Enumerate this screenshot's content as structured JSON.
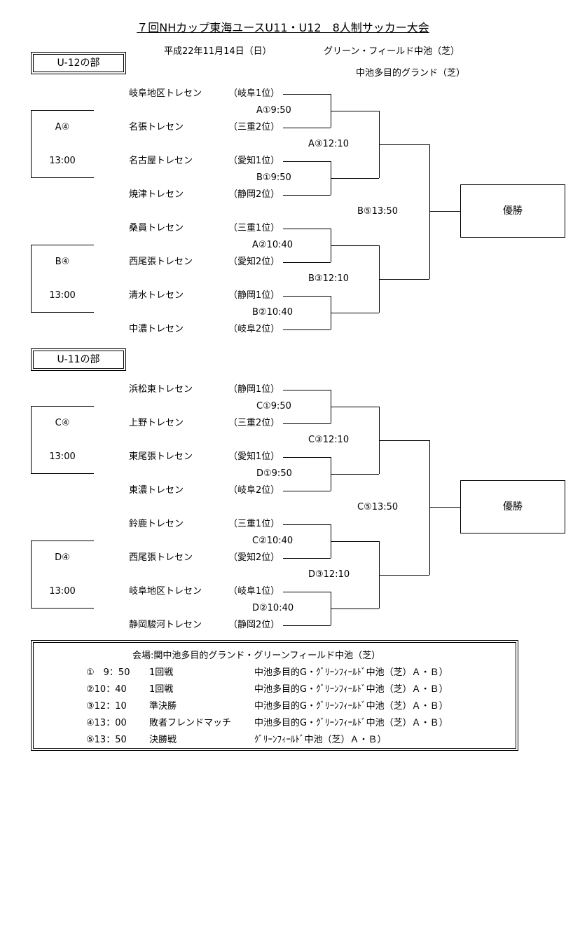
{
  "header": {
    "title": "７回NHカップ東海ユースU11・U12　8人制サッカー大会",
    "date": "平成22年11月14日（日）",
    "venue1": "グリーン・フィールド中池（芝）",
    "venue2": "中池多目的グランド（芝）"
  },
  "sections": [
    {
      "label": "U-12の部",
      "teams": [
        {
          "name": "岐阜地区トレセン",
          "seed": "（岐阜1位）"
        },
        {
          "name": "名張トレセン",
          "seed": "（三重2位）"
        },
        {
          "name": "名古屋トレセン",
          "seed": "（愛知1位）"
        },
        {
          "name": "焼津トレセン",
          "seed": "（静岡2位）"
        },
        {
          "name": "桑員トレセン",
          "seed": "（三重1位）"
        },
        {
          "name": "西尾張トレセン",
          "seed": "（愛知2位）"
        },
        {
          "name": "清水トレセン",
          "seed": "（静岡1位）"
        },
        {
          "name": "中濃トレセン",
          "seed": "（岐阜2位）"
        }
      ],
      "round1": [
        "A①9:50",
        "B①9:50",
        "A②10:40",
        "B②10:40"
      ],
      "semis": [
        "A③12:10",
        "B③12:10"
      ],
      "final": "B⑤13:50",
      "friendly": [
        {
          "code": "A④",
          "time": "13:00"
        },
        {
          "code": "B④",
          "time": "13:00"
        }
      ],
      "champion": "優勝"
    },
    {
      "label": "U-11の部",
      "teams": [
        {
          "name": "浜松東トレセン",
          "seed": "（静岡1位）"
        },
        {
          "name": "上野トレセン",
          "seed": "（三重2位）"
        },
        {
          "name": "東尾張トレセン",
          "seed": "（愛知1位）"
        },
        {
          "name": "東濃トレセン",
          "seed": "（岐阜2位）"
        },
        {
          "name": "鈴鹿トレセン",
          "seed": "（三重1位）"
        },
        {
          "name": "西尾張トレセン",
          "seed": "（愛知2位）"
        },
        {
          "name": "岐阜地区トレセン",
          "seed": "（岐阜1位）"
        },
        {
          "name": "静岡駿河トレセン",
          "seed": "（静岡2位）"
        }
      ],
      "round1": [
        "C①9:50",
        "D①9:50",
        "C②10:40",
        "D②10:40"
      ],
      "semis": [
        "C③12:10",
        "D③12:10"
      ],
      "final": "C⑤13:50",
      "friendly": [
        {
          "code": "C④",
          "time": "13:00"
        },
        {
          "code": "D④",
          "time": "13:00"
        }
      ],
      "champion": "優勝"
    }
  ],
  "legend": {
    "title": "会場:関中池多目的グランド・グリーンフィールド中池（芝）",
    "rows": [
      {
        "time": "①　9：50",
        "match": "1回戦",
        "venue": "中池多目的G・ｸﾞﾘｰﾝﾌｨｰﾙﾄﾞ中池（芝）Ａ・Ｂ）"
      },
      {
        "time": "②10：40",
        "match": "1回戦",
        "venue": "中池多目的G・ｸﾞﾘｰﾝﾌｨｰﾙﾄﾞ中池（芝）Ａ・Ｂ）"
      },
      {
        "time": "③12：10",
        "match": "準決勝",
        "venue": "中池多目的G・ｸﾞﾘｰﾝﾌｨｰﾙﾄﾞ中池（芝）Ａ・Ｂ）"
      },
      {
        "time": "④13：00",
        "match": "敗者フレンドマッチ",
        "venue": "中池多目的G・ｸﾞﾘｰﾝﾌｨｰﾙﾄﾞ中池（芝）Ａ・Ｂ）"
      },
      {
        "time": "⑤13：50",
        "match": "決勝戦",
        "venue": "ｸﾞﾘｰﾝﾌｨｰﾙﾄﾞ中池（芝）Ａ・Ｂ）"
      }
    ]
  }
}
